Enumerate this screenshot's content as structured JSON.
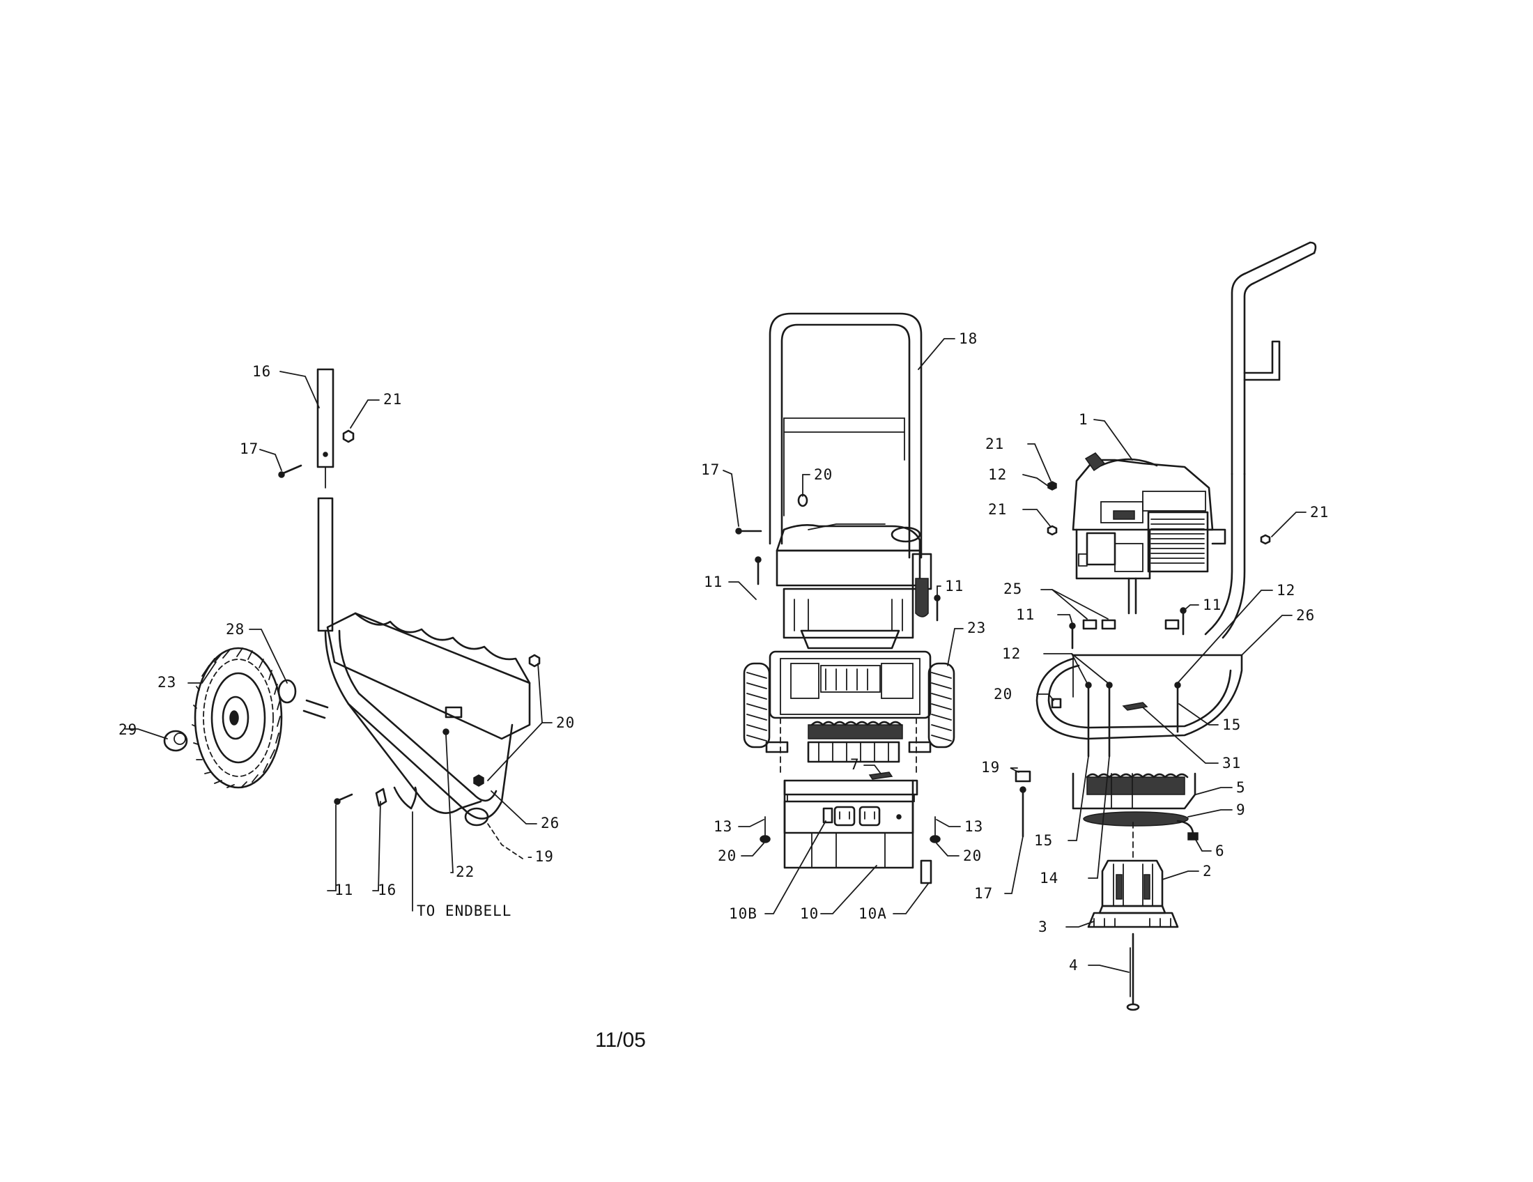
{
  "date_code": "11/05",
  "left_view": {
    "callouts": [
      "16",
      "21",
      "17",
      "28",
      "23",
      "29",
      "20",
      "26",
      "-19",
      "22",
      "11",
      "16",
      "TO ENDBELL"
    ]
  },
  "center_view": {
    "callouts": [
      "18",
      "17",
      "20",
      "11",
      "11",
      "23",
      "7",
      "13",
      "13",
      "20",
      "20",
      "10B",
      "10",
      "10A"
    ]
  },
  "right_view": {
    "callouts": [
      "1",
      "21",
      "12",
      "21",
      "21",
      "25",
      "11",
      "11",
      "12",
      "26",
      "12",
      "20",
      "15",
      "31",
      "19",
      "5",
      "9",
      "15",
      "6",
      "14",
      "2",
      "17",
      "3",
      "4"
    ]
  }
}
